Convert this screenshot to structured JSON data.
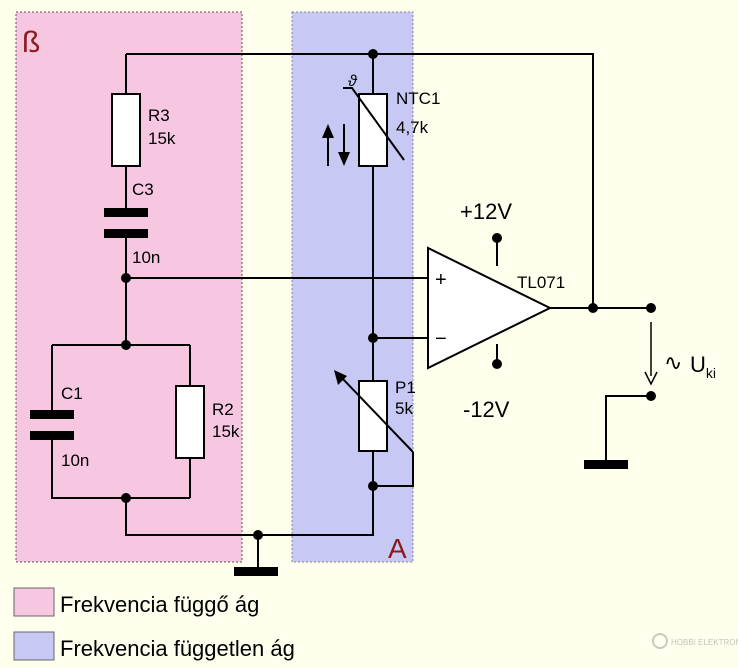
{
  "colors": {
    "background": "#ffffee",
    "beta_region": "#f7c6e1",
    "a_region": "#c8c8f5",
    "region_label": "#8b1a1a"
  },
  "regions": {
    "beta_label": "ß",
    "a_label": "A"
  },
  "components": {
    "r3": {
      "name": "R3",
      "value": "15k"
    },
    "c3": {
      "name": "C3",
      "value": "10n"
    },
    "c1": {
      "name": "C1",
      "value": "10n"
    },
    "r2": {
      "name": "R2",
      "value": "15k"
    },
    "ntc1": {
      "name": "NTC1",
      "value": "4,7k",
      "theta_symbol": "ϑ"
    },
    "p1": {
      "name": "P1",
      "value": "5k"
    },
    "opamp": {
      "name": "TL071",
      "plus": "+",
      "minus": "−"
    }
  },
  "supply": {
    "positive": "+12V",
    "negative": "-12V"
  },
  "output": {
    "tilde": "∿",
    "u_main": "U",
    "u_sub": "ki"
  },
  "legend": {
    "beta_text": "Frekvencia függő ág",
    "a_text": "Frekvencia független ág"
  },
  "logo": {
    "text": "HOBBI ELEKTRONIKA"
  }
}
